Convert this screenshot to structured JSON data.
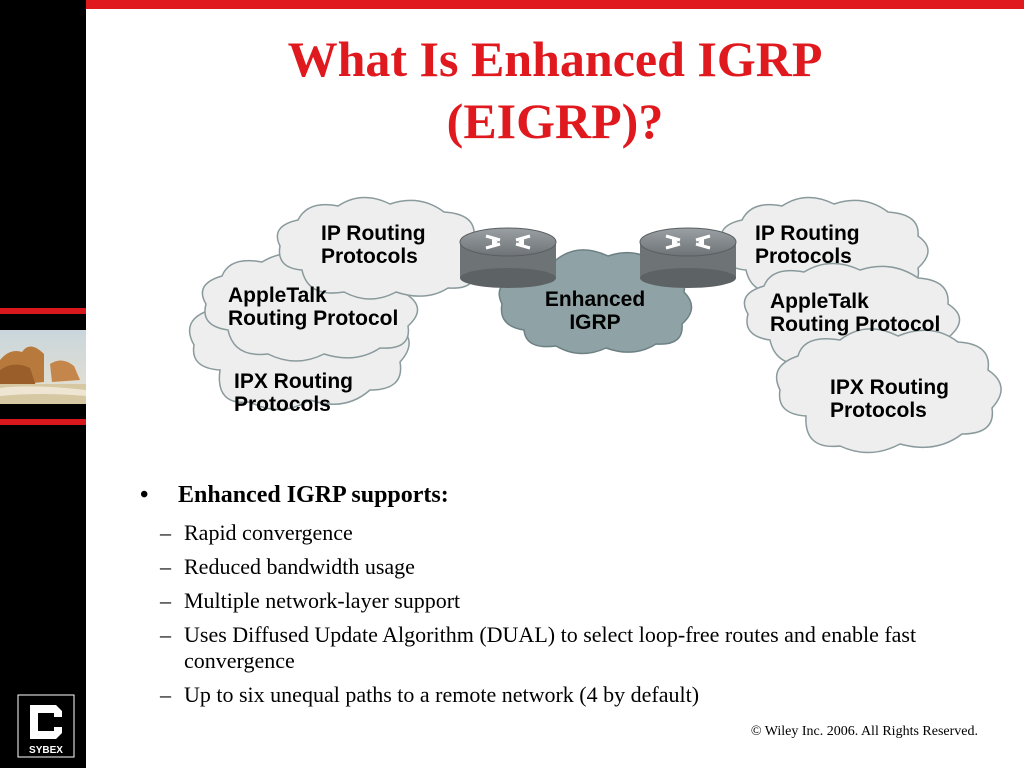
{
  "slide": {
    "title_line1": "What Is Enhanced IGRP",
    "title_line2": "(EIGRP)?",
    "copyright": "© Wiley Inc. 2006. All Rights Reserved.",
    "logo_text": "SYBEX"
  },
  "diagram": {
    "left": {
      "ip": [
        "IP Routing",
        "Protocols"
      ],
      "appletalk": [
        "AppleTalk",
        "Routing Protocol"
      ],
      "ipx": [
        "IPX Routing",
        "Protocols"
      ]
    },
    "center": [
      "Enhanced",
      "IGRP"
    ],
    "right": {
      "ip": [
        "IP Routing",
        "Protocols"
      ],
      "appletalk": [
        "AppleTalk",
        "Routing Protocol"
      ],
      "ipx": [
        "IPX Routing",
        "Protocols"
      ]
    }
  },
  "bullets": {
    "main": "Enhanced IGRP supports:",
    "sub": [
      "Rapid convergence",
      "Reduced bandwidth usage",
      "Multiple network-layer support",
      "Uses Diffused Update Algorithm (DUAL) to select loop-free routes and enable fast convergence",
      "Up to six unequal paths to a remote network (4 by default)"
    ]
  },
  "colors": {
    "title": "#e0191f",
    "accent_bar": "#e0191f",
    "sidebar": "#000000",
    "cloud_fill": "#eeeeee",
    "center_cloud_fill": "#8fa3a6",
    "router_body": "#7a7f82"
  },
  "icons": [
    "router-icon",
    "cloud-icon",
    "sybex-logo"
  ]
}
